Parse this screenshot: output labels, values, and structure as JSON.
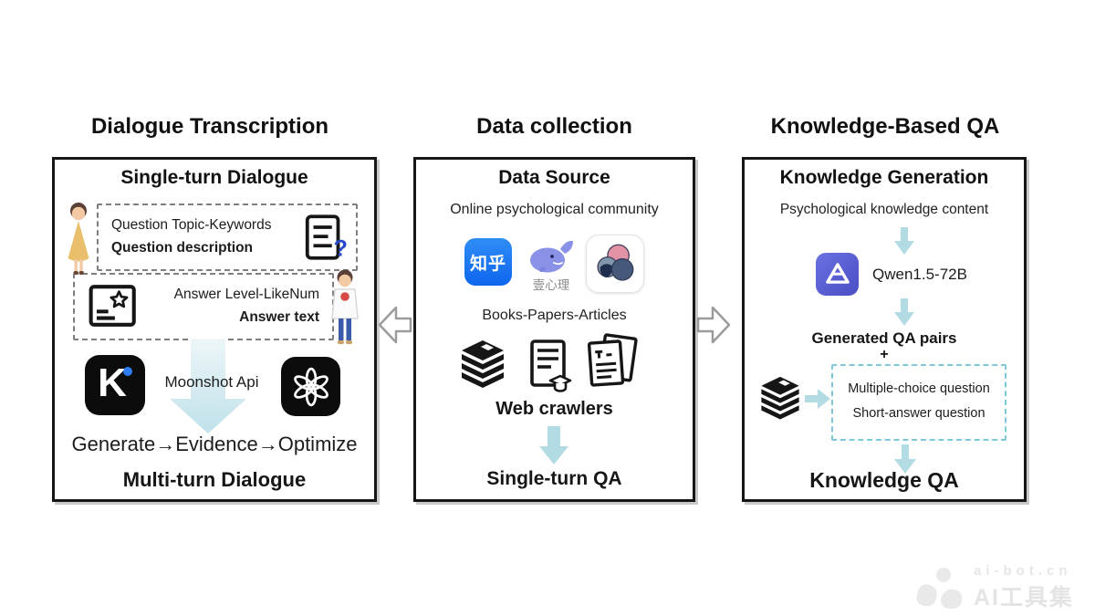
{
  "colors": {
    "panel_border": "#161616",
    "arrow_pale_blue": "#b5dce4",
    "arrow_gradient_start": "#eaf4f6",
    "arrow_gradient_end": "#bfe1e9",
    "dashed_gray_border": "#7f7f7f",
    "dashed_blue_border": "#7fc8d9",
    "zhihu_blue": "#1577f0",
    "qwen_purple": "#585fd0",
    "kimi_dot_blue": "#2f7df6",
    "question_mark_blue": "#2947c9",
    "watermark_gray": "#e6e6e6"
  },
  "left_panel": {
    "title": "Dialogue Transcription",
    "heading": "Single-turn Dialogue",
    "question_box": {
      "line1": "Question Topic-Keywords",
      "line2": "Question description"
    },
    "answer_box": {
      "line1": "Answer Level-LikeNum",
      "line2": "Answer text"
    },
    "api_label": "Moonshot Api",
    "pipeline": "Generate→Evidence→Optimize",
    "footer": "Multi-turn Dialogue"
  },
  "middle_panel": {
    "title": "Data collection",
    "heading": "Data Source",
    "community_label": "Online psychological community",
    "zhihu_label": "知乎",
    "yixinli_label": "壹心理",
    "sources_label": "Books-Papers-Articles",
    "crawlers_label": "Web crawlers",
    "footer": "Single-turn QA"
  },
  "right_panel": {
    "title": "Knowledge-Based QA",
    "heading": "Knowledge Generation",
    "content_label": "Psychological knowledge content",
    "model_label": "Qwen1.5-72B",
    "generated_label": "Generated QA pairs",
    "plus_label": "+",
    "question_box": {
      "line1": "Multiple-choice question",
      "line2": "Short-answer question"
    },
    "footer": "Knowledge QA"
  },
  "watermark": {
    "site": "ai-bot.cn",
    "name": "AI工具集"
  }
}
